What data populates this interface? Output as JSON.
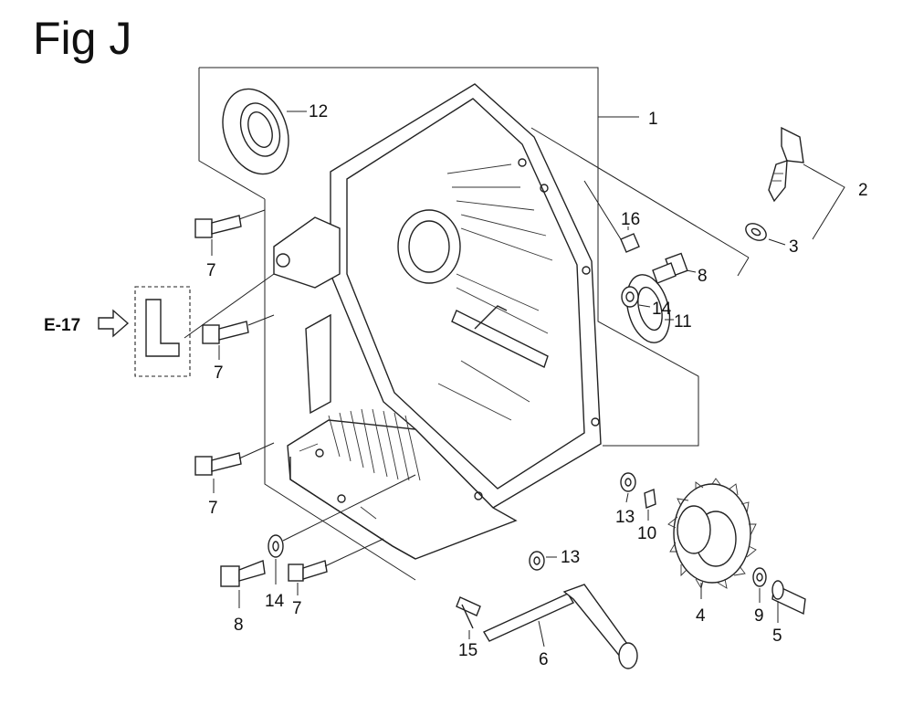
{
  "figure_title": "Fig J",
  "reference": "E-17",
  "callouts": [
    {
      "id": "c1",
      "text": "1"
    },
    {
      "id": "c2",
      "text": "2"
    },
    {
      "id": "c3",
      "text": "3"
    },
    {
      "id": "c4",
      "text": "4"
    },
    {
      "id": "c5",
      "text": "5"
    },
    {
      "id": "c6",
      "text": "6"
    },
    {
      "id": "c7a",
      "text": "7"
    },
    {
      "id": "c7b",
      "text": "7"
    },
    {
      "id": "c7c",
      "text": "7"
    },
    {
      "id": "c7d",
      "text": "7"
    },
    {
      "id": "c8a",
      "text": "8"
    },
    {
      "id": "c8b",
      "text": "8"
    },
    {
      "id": "c9",
      "text": "9"
    },
    {
      "id": "c10",
      "text": "10"
    },
    {
      "id": "c11",
      "text": "11"
    },
    {
      "id": "c12",
      "text": "12"
    },
    {
      "id": "c13a",
      "text": "13"
    },
    {
      "id": "c13b",
      "text": "13"
    },
    {
      "id": "c14a",
      "text": "14"
    },
    {
      "id": "c14b",
      "text": "14"
    },
    {
      "id": "c15",
      "text": "15"
    },
    {
      "id": "c16",
      "text": "16"
    }
  ]
}
